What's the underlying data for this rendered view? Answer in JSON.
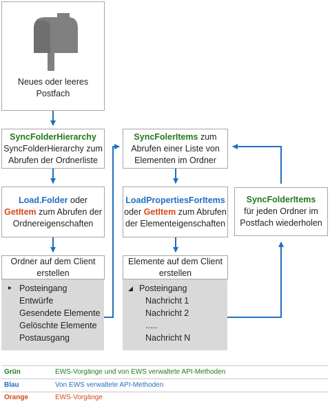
{
  "colors": {
    "green": "#217a1d",
    "blue": "#1f6fc2",
    "orange": "#d44a1a",
    "arrow": "#1f6fc2",
    "gray_panel": "#d9d9d9"
  },
  "mailbox": {
    "icon": "mailbox-icon",
    "line1": "Neues oder leeres",
    "line2": "Postfach"
  },
  "step_sync_hierarchy": {
    "title": "SyncFolderHierarchy",
    "line1": "SyncFolderHierarchy zum",
    "line2": "Abrufen der Ordnerliste"
  },
  "step_load_folder": {
    "load": "Load.Folder",
    "oder": " oder",
    "getitem": "GetItem",
    "rest1": " zum Abrufen der",
    "line3": "Ordnereigenschaften"
  },
  "step_create_folders": {
    "line1": "Ordner auf dem Client",
    "line2": "erstellen"
  },
  "folder_list": {
    "items": [
      "Posteingang",
      "Entwürfe",
      "Gesendete Elemente",
      "Gelöschte Elemente",
      "Postausgang"
    ],
    "marker": "▸"
  },
  "step_sync_items": {
    "title": "SyncFolerItems",
    "rest1": " zum",
    "line2": "Abrufen einer Liste von",
    "line3": "Elementen im Ordner"
  },
  "step_load_props": {
    "title": "LoadPropertiesForItems",
    "oder": "oder ",
    "getitem": "GetItem",
    "rest2": " zum Abrufen",
    "line3": "der Elementeigenschaften"
  },
  "step_create_items": {
    "line1": "Elemente auf dem Client",
    "line2": "erstellen"
  },
  "item_list": {
    "root": "Posteingang",
    "marker": "◢",
    "children": [
      "Nachricht 1",
      "Nachricht 2",
      ".....",
      "Nachricht N"
    ]
  },
  "step_sync_each": {
    "title": "SyncFolderItems",
    "line2": "für jeden Ordner im",
    "line3": "Postfach wiederholen"
  },
  "legend": [
    {
      "key": "Grün",
      "text": "EWS-Vorgänge und von EWS verwaltete API-Methoden",
      "key_color": "#217a1d",
      "text_color": "#217a1d"
    },
    {
      "key": "Blau",
      "text": "Von EWS verwaltete API-Methoden",
      "key_color": "#1f6fc2",
      "text_color": "#1f6fc2"
    },
    {
      "key": "Orange",
      "text": "EWS-Vorgänge",
      "key_color": "#d44a1a",
      "text_color": "#d44a1a"
    }
  ]
}
